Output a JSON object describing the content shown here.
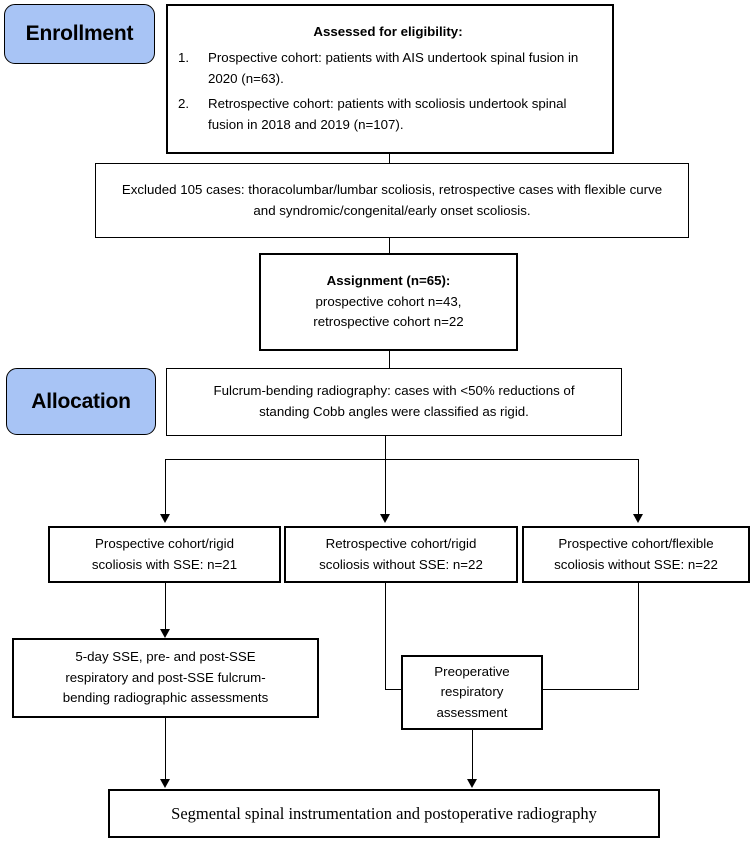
{
  "diagram": {
    "title": "Study flow diagram",
    "accent_color": "#a8c4f5",
    "line_color": "#000000"
  },
  "stages": {
    "enrollment": "Enrollment",
    "allocation": "Allocation"
  },
  "nodes": {
    "eligibility": {
      "heading": "Assessed for eligibility:",
      "items": [
        {
          "num": "1.",
          "text": "Prospective cohort: patients with AIS undertook spinal fusion in 2020 (n=63)."
        },
        {
          "num": "2.",
          "text": "Retrospective cohort: patients with scoliosis undertook spinal fusion in 2018 and 2019 (n=107)."
        }
      ]
    },
    "excluded": {
      "text": "Excluded 105 cases: thoracolumbar/lumbar scoliosis, retrospective cases with flexible curve and syndromic/congenital/early onset scoliosis."
    },
    "assignment": {
      "heading": "Assignment (n=65):",
      "line2": "prospective cohort n=43,",
      "line3": "retrospective cohort n=22"
    },
    "fulcrum": {
      "text": "Fulcrum-bending radiography: cases with <50% reductions of standing Cobb angles were classified as rigid."
    },
    "group_left": {
      "line1": "Prospective cohort/rigid",
      "line2": "scoliosis with SSE: n=21"
    },
    "group_middle": {
      "line1": "Retrospective cohort/rigid",
      "line2": "scoliosis without SSE: n=22"
    },
    "group_right": {
      "line1": "Prospective cohort/flexible",
      "line2": "scoliosis without SSE: n=22"
    },
    "sse_assessment": {
      "line1": "5-day SSE, pre- and post-SSE",
      "line2": "respiratory and post-SSE fulcrum-",
      "line3": "bending radiographic assessments"
    },
    "preop_assessment": {
      "line1": "Preoperative respiratory",
      "line2": "assessment"
    },
    "final": {
      "text": "Segmental spinal instrumentation and postoperative radiography"
    }
  }
}
